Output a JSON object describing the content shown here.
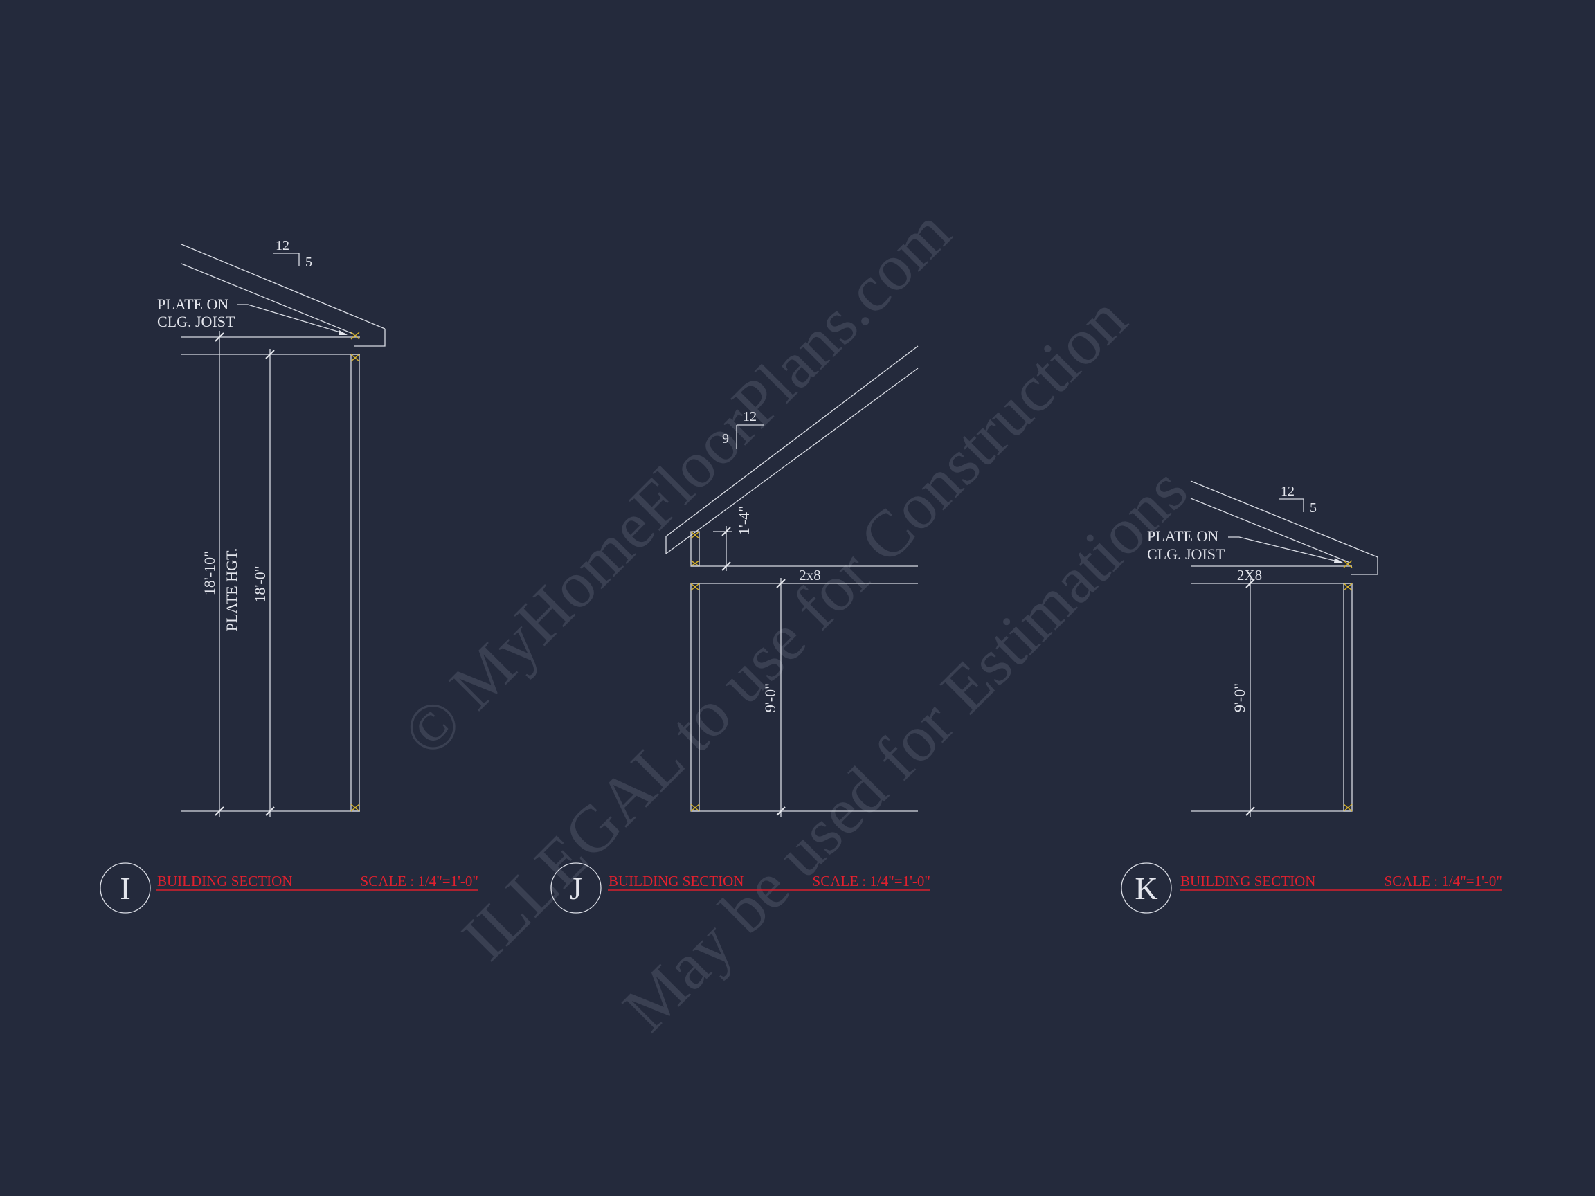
{
  "watermark": {
    "line1": "© MyHomeFloorPlans.com",
    "line2": "ILLEGAL to use for Construction",
    "line3": "May be used for Estimations"
  },
  "sections": [
    {
      "letter": "I",
      "title": "BUILDING SECTION",
      "scale": "SCALE : 1/4\"=1'-0\"",
      "pitch_run": "12",
      "pitch_rise": "5",
      "callout_line1": "PLATE ON",
      "callout_line2": "CLG. JOIST",
      "dim_overall": "18'-10\"",
      "dim_plate_label": "PLATE HGT.",
      "dim_plate": "18'-0\""
    },
    {
      "letter": "J",
      "title": "BUILDING SECTION",
      "scale": "SCALE : 1/4\"=1'-0\"",
      "pitch_run": "12",
      "pitch_rise": "9",
      "dim_heel": "1'-4\"",
      "joist_label": "2x8",
      "dim_plate": "9'-0\""
    },
    {
      "letter": "K",
      "title": "BUILDING SECTION",
      "scale": "SCALE : 1/4\"=1'-0\"",
      "pitch_run": "12",
      "pitch_rise": "5",
      "callout_line1": "PLATE ON",
      "callout_line2": "CLG. JOIST",
      "joist_label": "2X8",
      "dim_plate": "9'-0\""
    }
  ]
}
